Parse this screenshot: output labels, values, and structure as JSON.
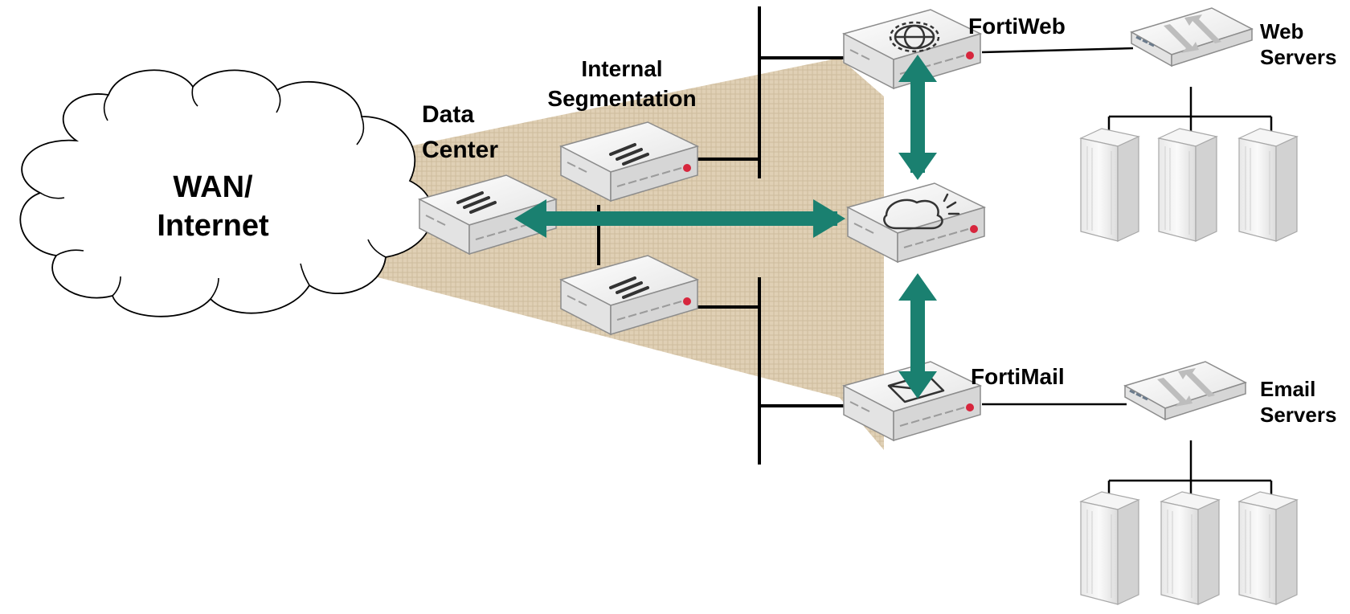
{
  "labels": {
    "wan_line1": "WAN/",
    "wan_line2": "Internet",
    "dc_line1": "Data",
    "dc_line2": "Center",
    "isfw_line1": "Internal",
    "isfw_line2": "Segmentation",
    "fortiweb": "FortiWeb",
    "fortimail": "FortiMail",
    "web_line1": "Web",
    "web_line2": "Servers",
    "email_line1": "Email",
    "email_line2": "Servers"
  },
  "colors": {
    "arrow": "#1a8070",
    "shade": "#d9c7a8",
    "line": "#000000",
    "device_body": "#f2f2f2",
    "device_edge": "#9a9a9a",
    "badge": "#d7263d"
  },
  "icons": {
    "fortigate": "fortigate-three-bars-icon",
    "fortiweb": "gear-globe-icon",
    "fortisandbox": "sandbox-cloud-icon",
    "fortimail": "mail-envelope-icon",
    "switch": "switch-arrows-icon",
    "server": "server-tower-icon"
  }
}
